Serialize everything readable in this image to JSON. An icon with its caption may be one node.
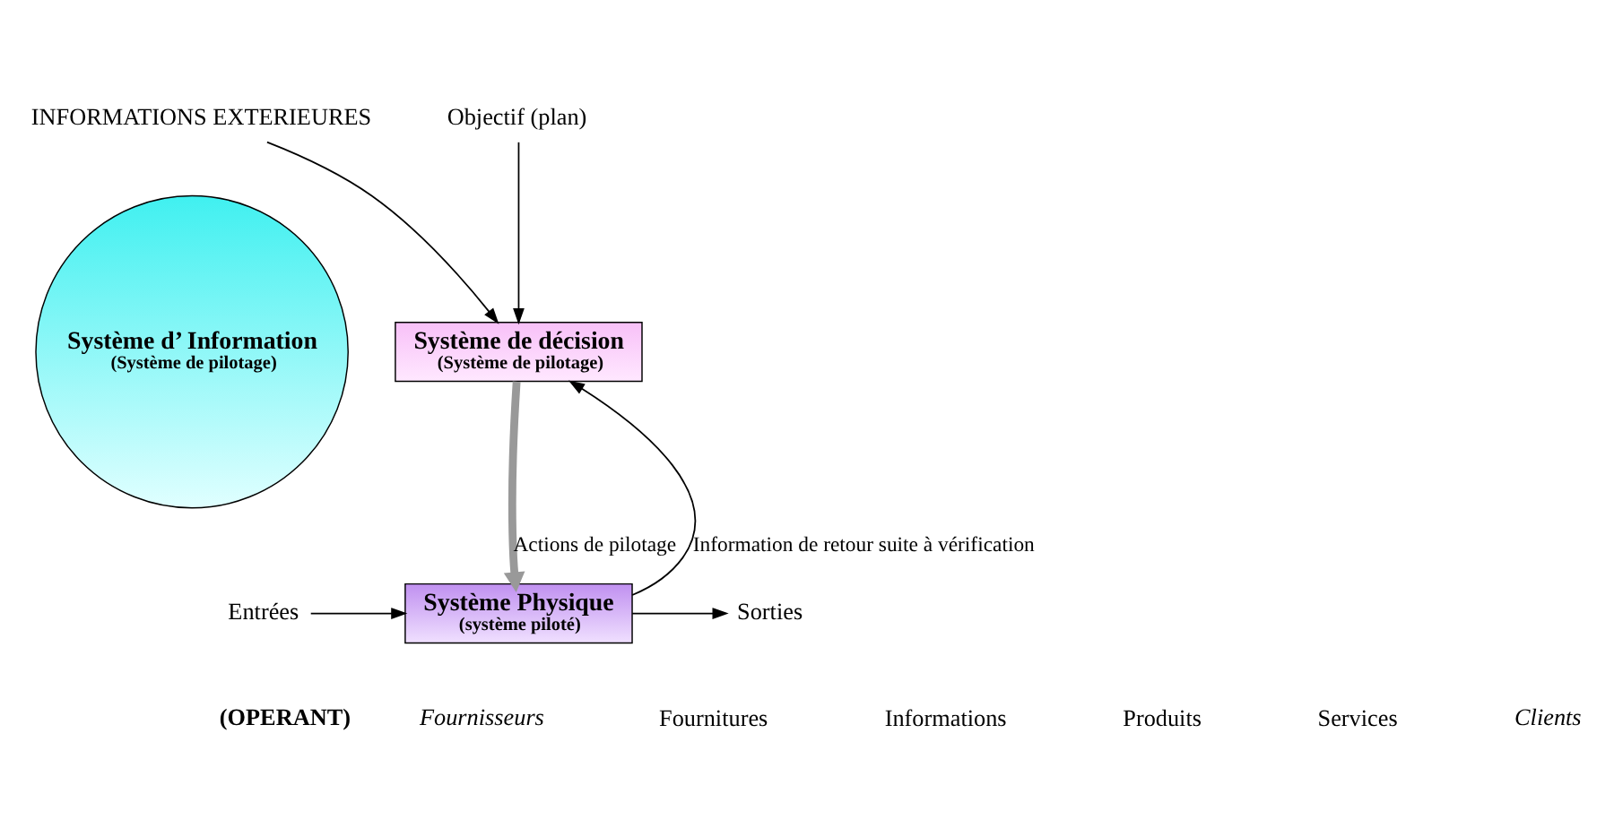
{
  "diagram": {
    "nodes": [
      {
        "text": [
          "INFORMATIONS EXTERIEURES"
        ]
      },
      {
        "text": [
          "Objectif (plan)"
        ]
      },
      {
        "text": [
          "Système d’ Information",
          "(Système de pilotage)"
        ]
      },
      {
        "text": [
          "Système de décision",
          "(Système de pilotage)"
        ]
      },
      {
        "text": [
          "Système Physique",
          "(système piloté)"
        ],
        "beside": [
          "(OPERANT)"
        ]
      },
      {
        "text": [
          "Entrées"
        ]
      },
      {
        "text": [
          "Sorties"
        ]
      }
    ],
    "edges": [
      {
        "from": 0,
        "to": 3,
        "arrow": "to"
      },
      {
        "from": 1,
        "to": 3,
        "arrow": "to"
      },
      {
        "from": 3,
        "to": 4,
        "arrow": "to",
        "label": "Actions de pilotage",
        "style": "thick",
        "color": "#999999"
      },
      {
        "from": 4,
        "to": 3,
        "arrow": "to",
        "label": "Information de retour suite à vérification"
      },
      {
        "from": 5,
        "to": 4,
        "arrow": "to"
      },
      {
        "from": 4,
        "to": 6,
        "arrow": "to"
      }
    ],
    "labels": [
      "Fournisseurs",
      "Fournitures",
      "Informations",
      "Produits",
      "Services",
      "Clients"
    ]
  }
}
